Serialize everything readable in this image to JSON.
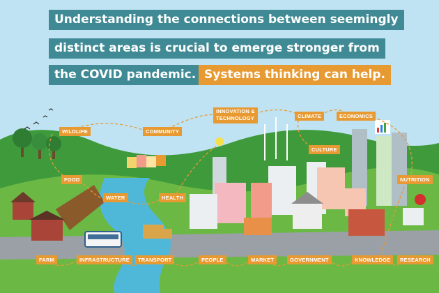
{
  "headline": {
    "line1": "Understanding the connections between seemingly",
    "line2": "distinct areas is crucial to emerge stronger from",
    "line3": "the COVID pandemic.",
    "highlight": "Systems thinking can help."
  },
  "labels": {
    "wildlife": "WILDLIFE",
    "community": "COMMUNITY",
    "innovation_1": "INNOVATION &",
    "innovation_2": "TECHNOLOGY",
    "climate": "CLIMATE",
    "economics": "ECONOMICS",
    "culture": "CULTURE",
    "food": "FOOD",
    "water": "WATER",
    "health": "HEALTH",
    "nutrition": "NUTRITION",
    "farm": "FARM",
    "infrastructure": "INFRASTRUCTURE",
    "transport": "TRANSPORT",
    "people": "PEOPLE",
    "market": "MARKET",
    "government": "GOVERNMENT",
    "knowledge": "KNOWLEDGE",
    "research": "RESEARCH"
  },
  "colors": {
    "sky": "#bfe3f3",
    "title_box": "#3f8a94",
    "highlight_box": "#e89a32",
    "label_box": "#e89a32",
    "hill_dark": "#3f9a3c",
    "hill_light": "#6cb844",
    "river": "#4fb8d8"
  }
}
